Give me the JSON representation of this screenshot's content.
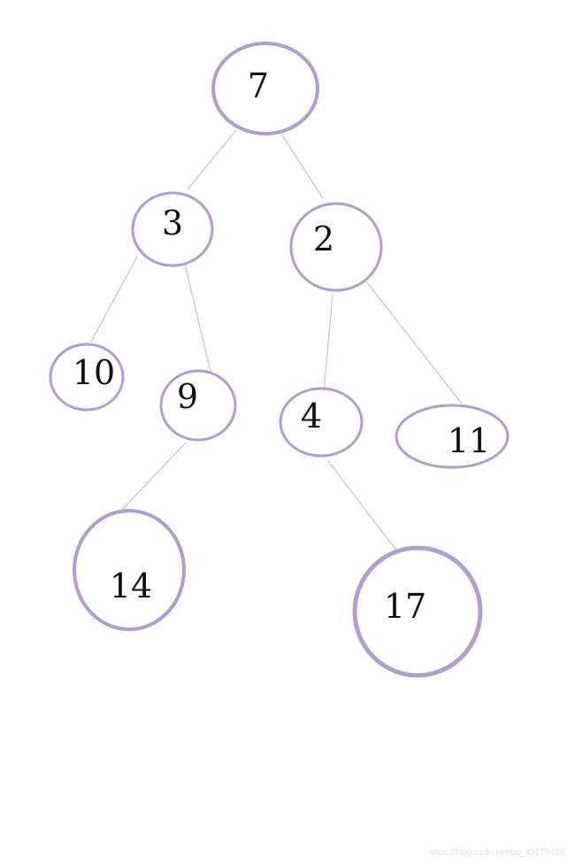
{
  "diagram": {
    "type": "binary-tree",
    "node_stroke_color": "#b39ccf",
    "edge_color": "#c9c0dc",
    "nodes": [
      {
        "id": "n7",
        "label": "7"
      },
      {
        "id": "n3",
        "label": "3"
      },
      {
        "id": "n2",
        "label": "2"
      },
      {
        "id": "n10",
        "label": "10"
      },
      {
        "id": "n9",
        "label": "9"
      },
      {
        "id": "n4",
        "label": "4"
      },
      {
        "id": "n11",
        "label": "11"
      },
      {
        "id": "n14",
        "label": "14"
      },
      {
        "id": "n17",
        "label": "17"
      }
    ],
    "edges": [
      {
        "from": "n7",
        "to": "n3"
      },
      {
        "from": "n7",
        "to": "n2"
      },
      {
        "from": "n3",
        "to": "n10"
      },
      {
        "from": "n3",
        "to": "n9"
      },
      {
        "from": "n2",
        "to": "n4"
      },
      {
        "from": "n2",
        "to": "n11"
      },
      {
        "from": "n9",
        "to": "n14"
      },
      {
        "from": "n4",
        "to": "n17"
      }
    ]
  },
  "watermark": "https://blog.csdn.net/qq_43179428"
}
